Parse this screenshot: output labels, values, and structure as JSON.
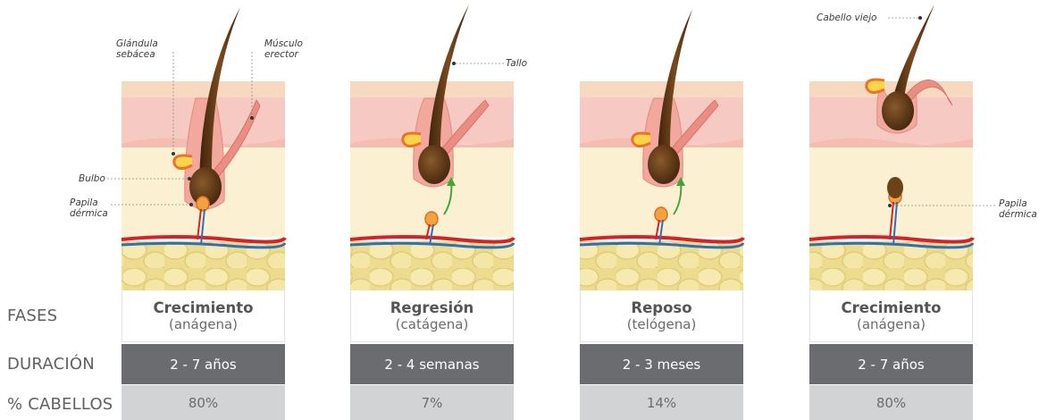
{
  "annotations": {
    "glandula": "Glándula\nsebácea",
    "musculo": "Músculo\nerector",
    "bulbo": "Bulbo",
    "papila_1": "Papila\ndérmica",
    "tallo": "Tallo",
    "cabello_viejo": "Cabello viejo",
    "papila_4": "Papila\ndérmica"
  },
  "row_labels": {
    "fases": "FASES",
    "duracion": "DURACIÓN",
    "cabellos": "% CABELLOS"
  },
  "phases": [
    {
      "name": "Crecimiento",
      "sub": "(anágena)",
      "duration": "2 - 7 años",
      "percent": "80%"
    },
    {
      "name": "Regresión",
      "sub": "(catágena)",
      "duration": "2 - 4 semanas",
      "percent": "7%"
    },
    {
      "name": "Reposo",
      "sub": "(telógena)",
      "duration": "2 - 3 meses",
      "percent": "14%"
    },
    {
      "name": "Crecimiento",
      "sub": "(anágena)",
      "duration": "2 - 7 años",
      "percent": "80%"
    }
  ],
  "colors": {
    "fat": "#f1e39a",
    "dermis": "#fbf1d2",
    "epidermis": "#f6c9c2",
    "hair": "#5a3414",
    "follicle": "#f2a89c",
    "artery": "#d2232a",
    "vein": "#2f6fb7",
    "growth_arrow": "#3fa535"
  }
}
